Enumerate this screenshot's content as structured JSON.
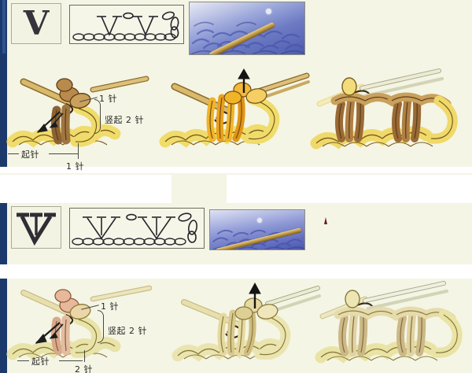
{
  "page": {
    "background_color": "#f4f5e4",
    "left_strip_color": "#1b3a6b",
    "title": "Crochet stitch tutorial - V stitch and 3-stitch cluster"
  },
  "sections": [
    {
      "id": "section-one",
      "symbol": {
        "glyph": "V",
        "name": "v-stitch-symbol",
        "description": "V stitch symbol (2 double crochet in one space)"
      },
      "chart": {
        "name": "stitch-chart-row",
        "description": "Chart row: chain foundation with two V stitch clusters",
        "cluster_count": 2,
        "legs_per_cluster": 2,
        "chain_count": 11
      },
      "photo": {
        "name": "yarn-photo",
        "description": "Photo of blue crocheted yarn with gold hook",
        "yarn_color": "#5a69bd",
        "hook_color": "#b68f3d"
      },
      "steps": [
        {
          "name": "step-illustration-1",
          "description": "Hook inserted, yarn over with turning chain",
          "yarn_color": "#f0dc6b",
          "accent_color": "#8d6233"
        },
        {
          "name": "step-illustration-2",
          "description": "Pulling loops through, arrow shows direction",
          "yarn_color": "#f0c43a",
          "accent_color": "#e08a22"
        },
        {
          "name": "step-illustration-3",
          "description": "Two completed V stitch clusters on foundation chain",
          "yarn_color": "#efd96a",
          "accent_color": "#9a6a36"
        }
      ],
      "labels": {
        "top_right": "1 针",
        "brace": "竖起 2 针",
        "bottom_left": "起针",
        "bottom_center": "1 针"
      }
    },
    {
      "id": "section-two",
      "symbol": {
        "glyph": "V",
        "name": "cluster-stitch-symbol",
        "description": "V with three top bars (3 double crochet cluster)"
      },
      "chart": {
        "name": "stitch-chart-row",
        "description": "Chart row: chain foundation with two 3-leg clusters",
        "cluster_count": 2,
        "legs_per_cluster": 3,
        "chain_count": 11
      },
      "photo": {
        "name": "yarn-photo",
        "description": "Photo of blue crocheted fabric with gold hook laid across",
        "yarn_color": "#6b76c4",
        "hook_color": "#a8822f"
      },
      "steps": [
        {
          "name": "step-illustration-1",
          "description": "Hook inserted with turning chain, arrow indicates yarn path",
          "yarn_color": "#e8e3a8",
          "accent_color": "#d8a98a"
        },
        {
          "name": "step-illustration-2",
          "description": "Pulling three loops through, upward arrow",
          "yarn_color": "#eae5b0",
          "accent_color": "#c8b07a"
        },
        {
          "name": "step-illustration-3",
          "description": "Two completed 3-stitch clusters on foundation chain",
          "yarn_color": "#e9e4a6",
          "accent_color": "#b99a6a"
        }
      ],
      "labels": {
        "top_right": "1 针",
        "brace": "竖起 2 针",
        "bottom_left": "起针",
        "bottom_center": "2 针"
      },
      "marker": {
        "name": "red-marker",
        "color": "#6d1b1b"
      }
    }
  ]
}
